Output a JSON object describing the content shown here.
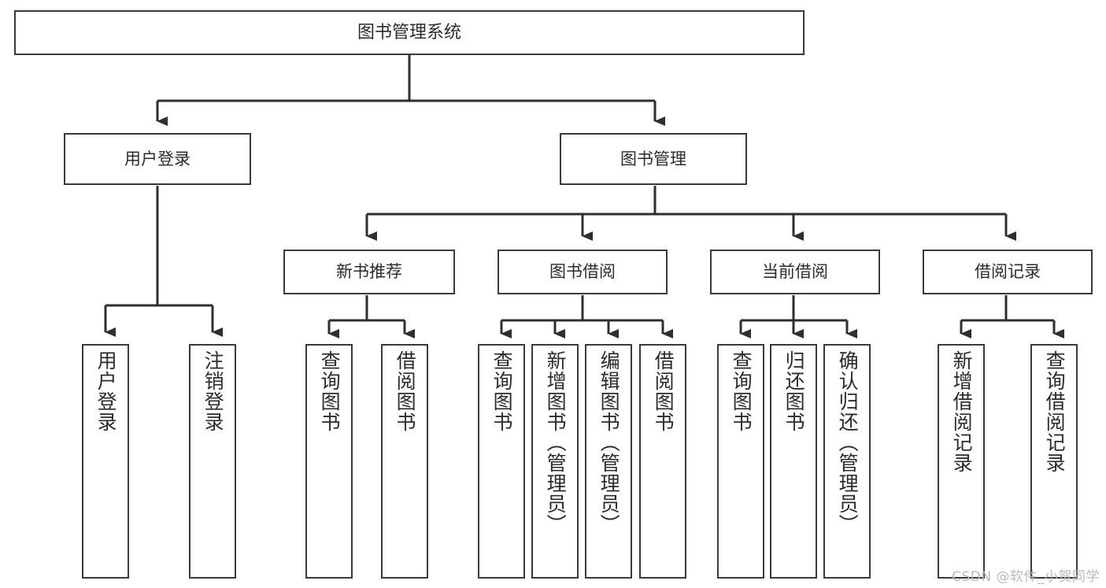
{
  "diagram": {
    "title": "图书管理系统",
    "type": "tree-hierarchy",
    "orientation": "top-down",
    "colors": {
      "box_border": "#3a3a3a",
      "box_fill": "#ffffff",
      "connector": "#2f2f2f",
      "text": "#2b2b2b",
      "watermark": "#b9b9b9"
    }
  },
  "root": {
    "label": "图书管理系统"
  },
  "level2": [
    {
      "label": "用户登录"
    },
    {
      "label": "图书管理"
    }
  ],
  "level3": [
    {
      "label": "新书推荐"
    },
    {
      "label": "图书借阅"
    },
    {
      "label": "当前借阅"
    },
    {
      "label": "借阅记录"
    }
  ],
  "leaves": {
    "user_login": [
      {
        "label": "用户登录"
      },
      {
        "label": "注销登录"
      }
    ],
    "new_book_recommend": [
      {
        "label": "查询图书"
      },
      {
        "label": "借阅图书"
      }
    ],
    "book_borrow": [
      {
        "label": "查询图书"
      },
      {
        "label": "新增图书（管理员）"
      },
      {
        "label": "编辑图书（管理员）"
      },
      {
        "label": "借阅图书"
      }
    ],
    "current_borrow": [
      {
        "label": "查询图书"
      },
      {
        "label": "归还图书"
      },
      {
        "label": "确认归还（管理员）"
      }
    ],
    "borrow_record": [
      {
        "label": "新增借阅记录"
      },
      {
        "label": "查询借阅记录"
      }
    ]
  },
  "watermark": {
    "text": "CSDN @软件_小贺同学"
  }
}
